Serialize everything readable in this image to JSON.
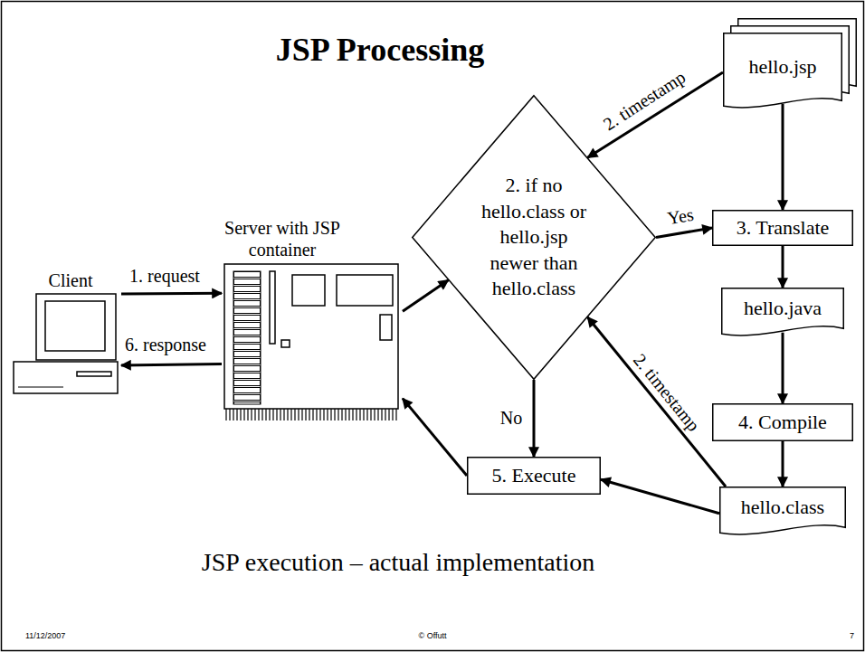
{
  "diagram": {
    "title": "JSP Processing",
    "caption": "JSP execution – actual implementation",
    "nodes": [
      {
        "text": [
          "Client"
        ]
      },
      {
        "text": [
          "Server with JSP container"
        ]
      },
      {
        "text": [
          "2. if no hello.class or hello.jsp newer than hello.class"
        ]
      },
      {
        "text": [
          "hello.jsp"
        ]
      },
      {
        "text": [
          "3. Translate"
        ]
      },
      {
        "text": [
          "hello.java"
        ]
      },
      {
        "text": [
          "4. Compile"
        ]
      },
      {
        "text": [
          "hello.class"
        ]
      },
      {
        "text": [
          "5. Execute"
        ]
      }
    ],
    "edges": [
      {
        "from": 0,
        "to": 1,
        "arrow": "to",
        "label": "1. request"
      },
      {
        "from": 1,
        "to": 0,
        "arrow": "to",
        "label": "6. response"
      },
      {
        "from": 1,
        "to": 2,
        "arrow": "to"
      },
      {
        "from": 3,
        "to": 2,
        "arrow": "to",
        "label": "2. timestamp"
      },
      {
        "from": 7,
        "to": 2,
        "arrow": "to",
        "label": "2. timestamp"
      },
      {
        "from": 2,
        "to": 4,
        "arrow": "to",
        "label": "Yes"
      },
      {
        "from": 2,
        "to": 8,
        "arrow": "to",
        "label": "No"
      },
      {
        "from": 3,
        "to": 4,
        "arrow": "to"
      },
      {
        "from": 4,
        "to": 5,
        "arrow": "to"
      },
      {
        "from": 5,
        "to": 6,
        "arrow": "to"
      },
      {
        "from": 6,
        "to": 7,
        "arrow": "to"
      },
      {
        "from": 7,
        "to": 8,
        "arrow": "to"
      },
      {
        "from": 8,
        "to": 1,
        "arrow": "to"
      }
    ],
    "labels": [
      "11/12/2007",
      "© Offutt",
      "7"
    ]
  }
}
